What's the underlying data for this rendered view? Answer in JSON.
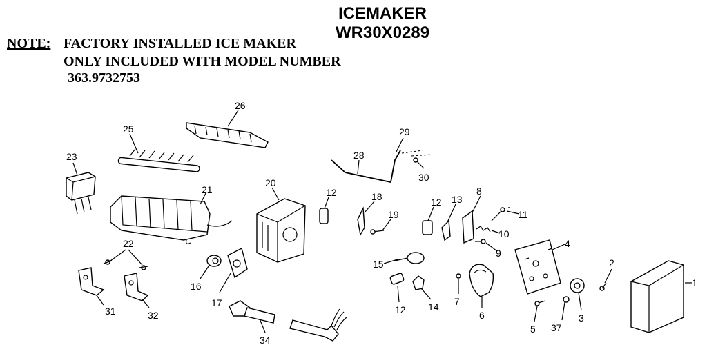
{
  "header": {
    "title_line1": "ICEMAKER",
    "title_line2": "WR30X0289",
    "note_label": "NOTE:",
    "note_line1": "FACTORY INSTALLED ICE MAKER",
    "note_line2": "ONLY INCLUDED WITH MODEL NUMBER",
    "note_line3": "363.9732753"
  },
  "callouts": {
    "c1": "1",
    "c2": "2",
    "c3": "3",
    "c5": "5",
    "c6": "6",
    "c7": "7",
    "c8": "8",
    "c9": "9",
    "c10": "10",
    "c11": "11",
    "c12a": "12",
    "c12b": "12",
    "c12c": "12",
    "c13": "13",
    "c14": "14",
    "c15": "15",
    "c16": "16",
    "c17": "17",
    "c18": "18",
    "c19": "19",
    "c20": "20",
    "c21": "21",
    "c22": "22",
    "c23": "23",
    "c25": "25",
    "c26": "26",
    "c28": "28",
    "c29": "29",
    "c30": "30",
    "c31": "31",
    "c32": "32",
    "c34": "34",
    "c37": "37",
    "c4": "4"
  }
}
